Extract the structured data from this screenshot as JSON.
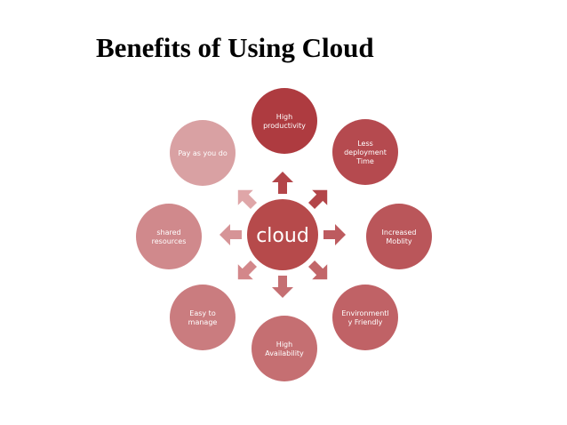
{
  "slide": {
    "title": "Benefits of Using Cloud"
  },
  "diagram": {
    "center": {
      "label": "cloud",
      "color": "#b64a4b"
    },
    "nodes": [
      {
        "id": "high-productivity",
        "lines": [
          "High",
          "productivity"
        ],
        "color": "#ae3b40"
      },
      {
        "id": "less-deployment-time",
        "lines": [
          "Less",
          "deployment",
          "Time"
        ],
        "color": "#b54a4f"
      },
      {
        "id": "increased-mobility",
        "lines": [
          "Increased",
          "Moblity"
        ],
        "color": "#ba565a"
      },
      {
        "id": "environment-friendly",
        "lines": [
          "Environmentl",
          "y Friendly"
        ],
        "color": "#c06266"
      },
      {
        "id": "high-availability",
        "lines": [
          "High",
          "Availability"
        ],
        "color": "#c56f72"
      },
      {
        "id": "easy-to-manage",
        "lines": [
          "Easy to",
          "manage"
        ],
        "color": "#ca7c7f"
      },
      {
        "id": "shared-resources",
        "lines": [
          "shared",
          "resources"
        ],
        "color": "#d0898c"
      },
      {
        "id": "pay-as-you-do",
        "lines": [
          "Pay as you do"
        ],
        "color": "#d9a1a3"
      }
    ]
  }
}
